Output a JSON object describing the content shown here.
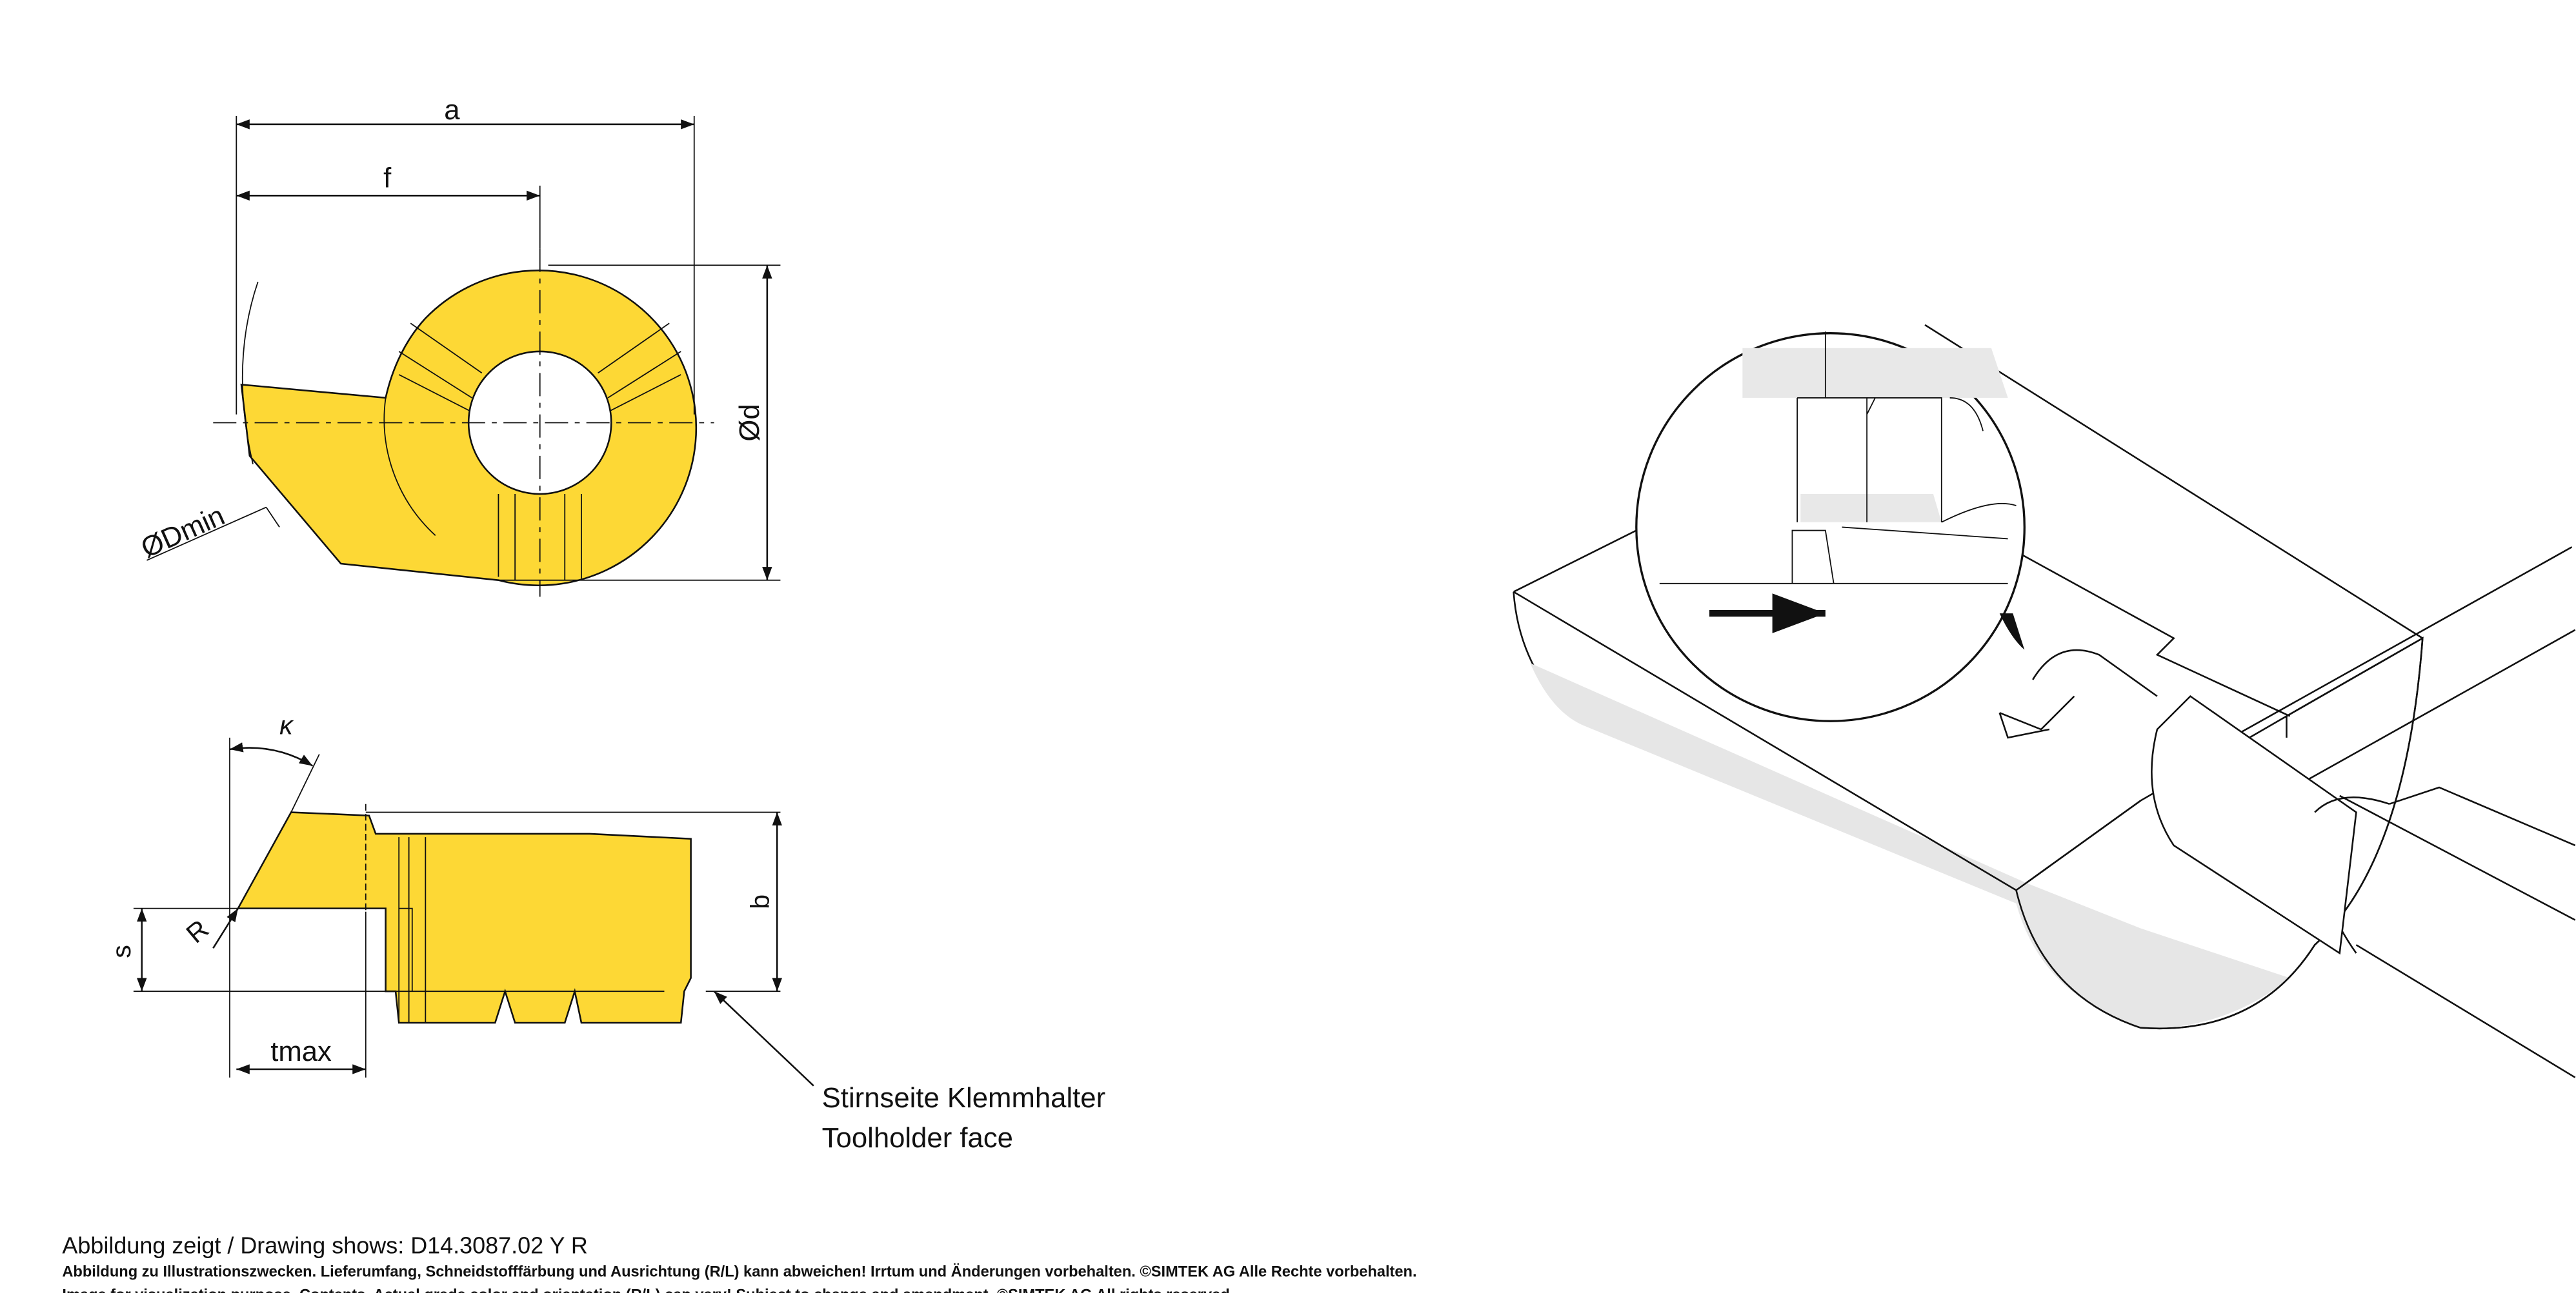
{
  "dimensions": {
    "a": "a",
    "f": "f",
    "d": "Ød",
    "dmin": "ØDmin",
    "kappa": "κ",
    "r": "R",
    "s": "s",
    "b": "b",
    "tmax": "tmax"
  },
  "callout": {
    "line1": "Stirnseite Klemmhalter",
    "line2": "Toolholder face"
  },
  "footer": {
    "drawing_shows": "Abbildung zeigt / Drawing shows: D14.3087.02 Y R",
    "disclaimer_de": "Abbildung zu Illustrationszwecken. Lieferumfang, Schneidstofffärbung und Ausrichtung (R/L) kann abweichen! Irrtum und Änderungen vorbehalten. ©SIMTEK AG Alle Rechte vorbehalten.",
    "disclaimer_en": "Image for visualization purpose. Contents, Actual grade color and orientation (R/L) can vary! Subject to change and amendment. ©SIMTEK AG All rights reserved."
  },
  "colors": {
    "insert": "#fdd835",
    "shade": "#e6e6e6"
  }
}
